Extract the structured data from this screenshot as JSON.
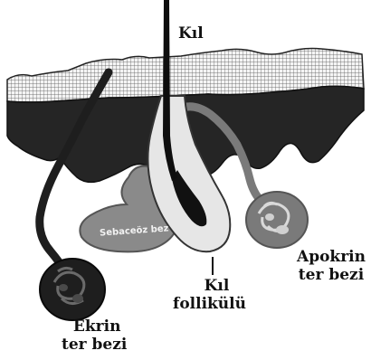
{
  "title": "",
  "labels": {
    "hair": "Kıl",
    "sebaceous_gland": "Sebaceöz bez",
    "hair_follicle": [
      "Kıl",
      "follikülü"
    ],
    "eccrine_gland": [
      "Ekrin",
      "ter bezi"
    ],
    "apocrine_gland": [
      "Apokrin",
      "ter bezi"
    ]
  },
  "colors": {
    "epidermis": "#e8e8e8",
    "dermis": "#252525",
    "follicle": "#e6e6e6",
    "sebaceous": "#8a8a8a",
    "apocrine": "#7a7a7a",
    "eccrine": "#1e1e1e"
  }
}
